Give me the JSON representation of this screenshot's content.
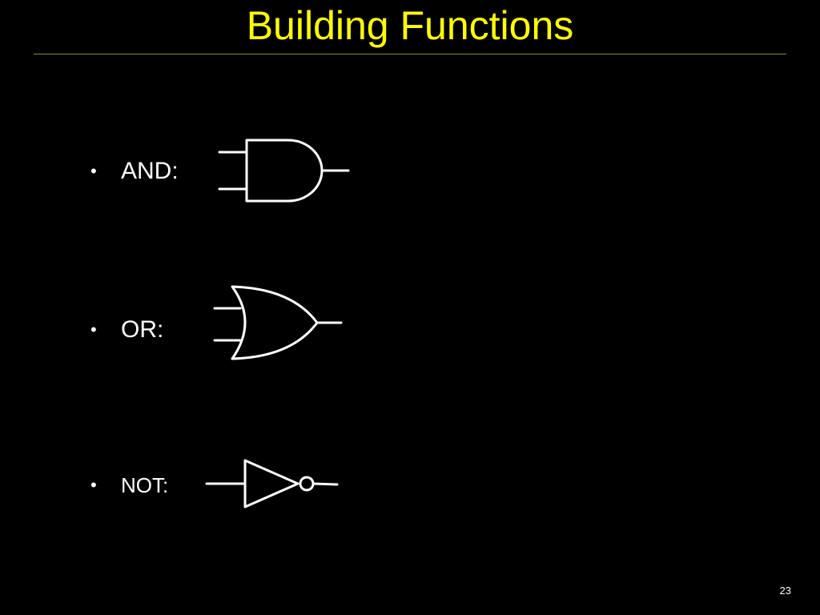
{
  "slide": {
    "title": "Building Functions",
    "page_number": "23",
    "colors": {
      "background": "#000000",
      "title": "#FFFF00",
      "text": "#FFFFFF"
    }
  },
  "bullets": [
    {
      "bullet": "•",
      "label": "AND:",
      "gate_icon": "and-gate-icon"
    },
    {
      "bullet": "•",
      "label": "OR:",
      "gate_icon": "or-gate-icon"
    },
    {
      "bullet": "•",
      "label": "NOT:",
      "gate_icon": "not-gate-icon"
    }
  ]
}
